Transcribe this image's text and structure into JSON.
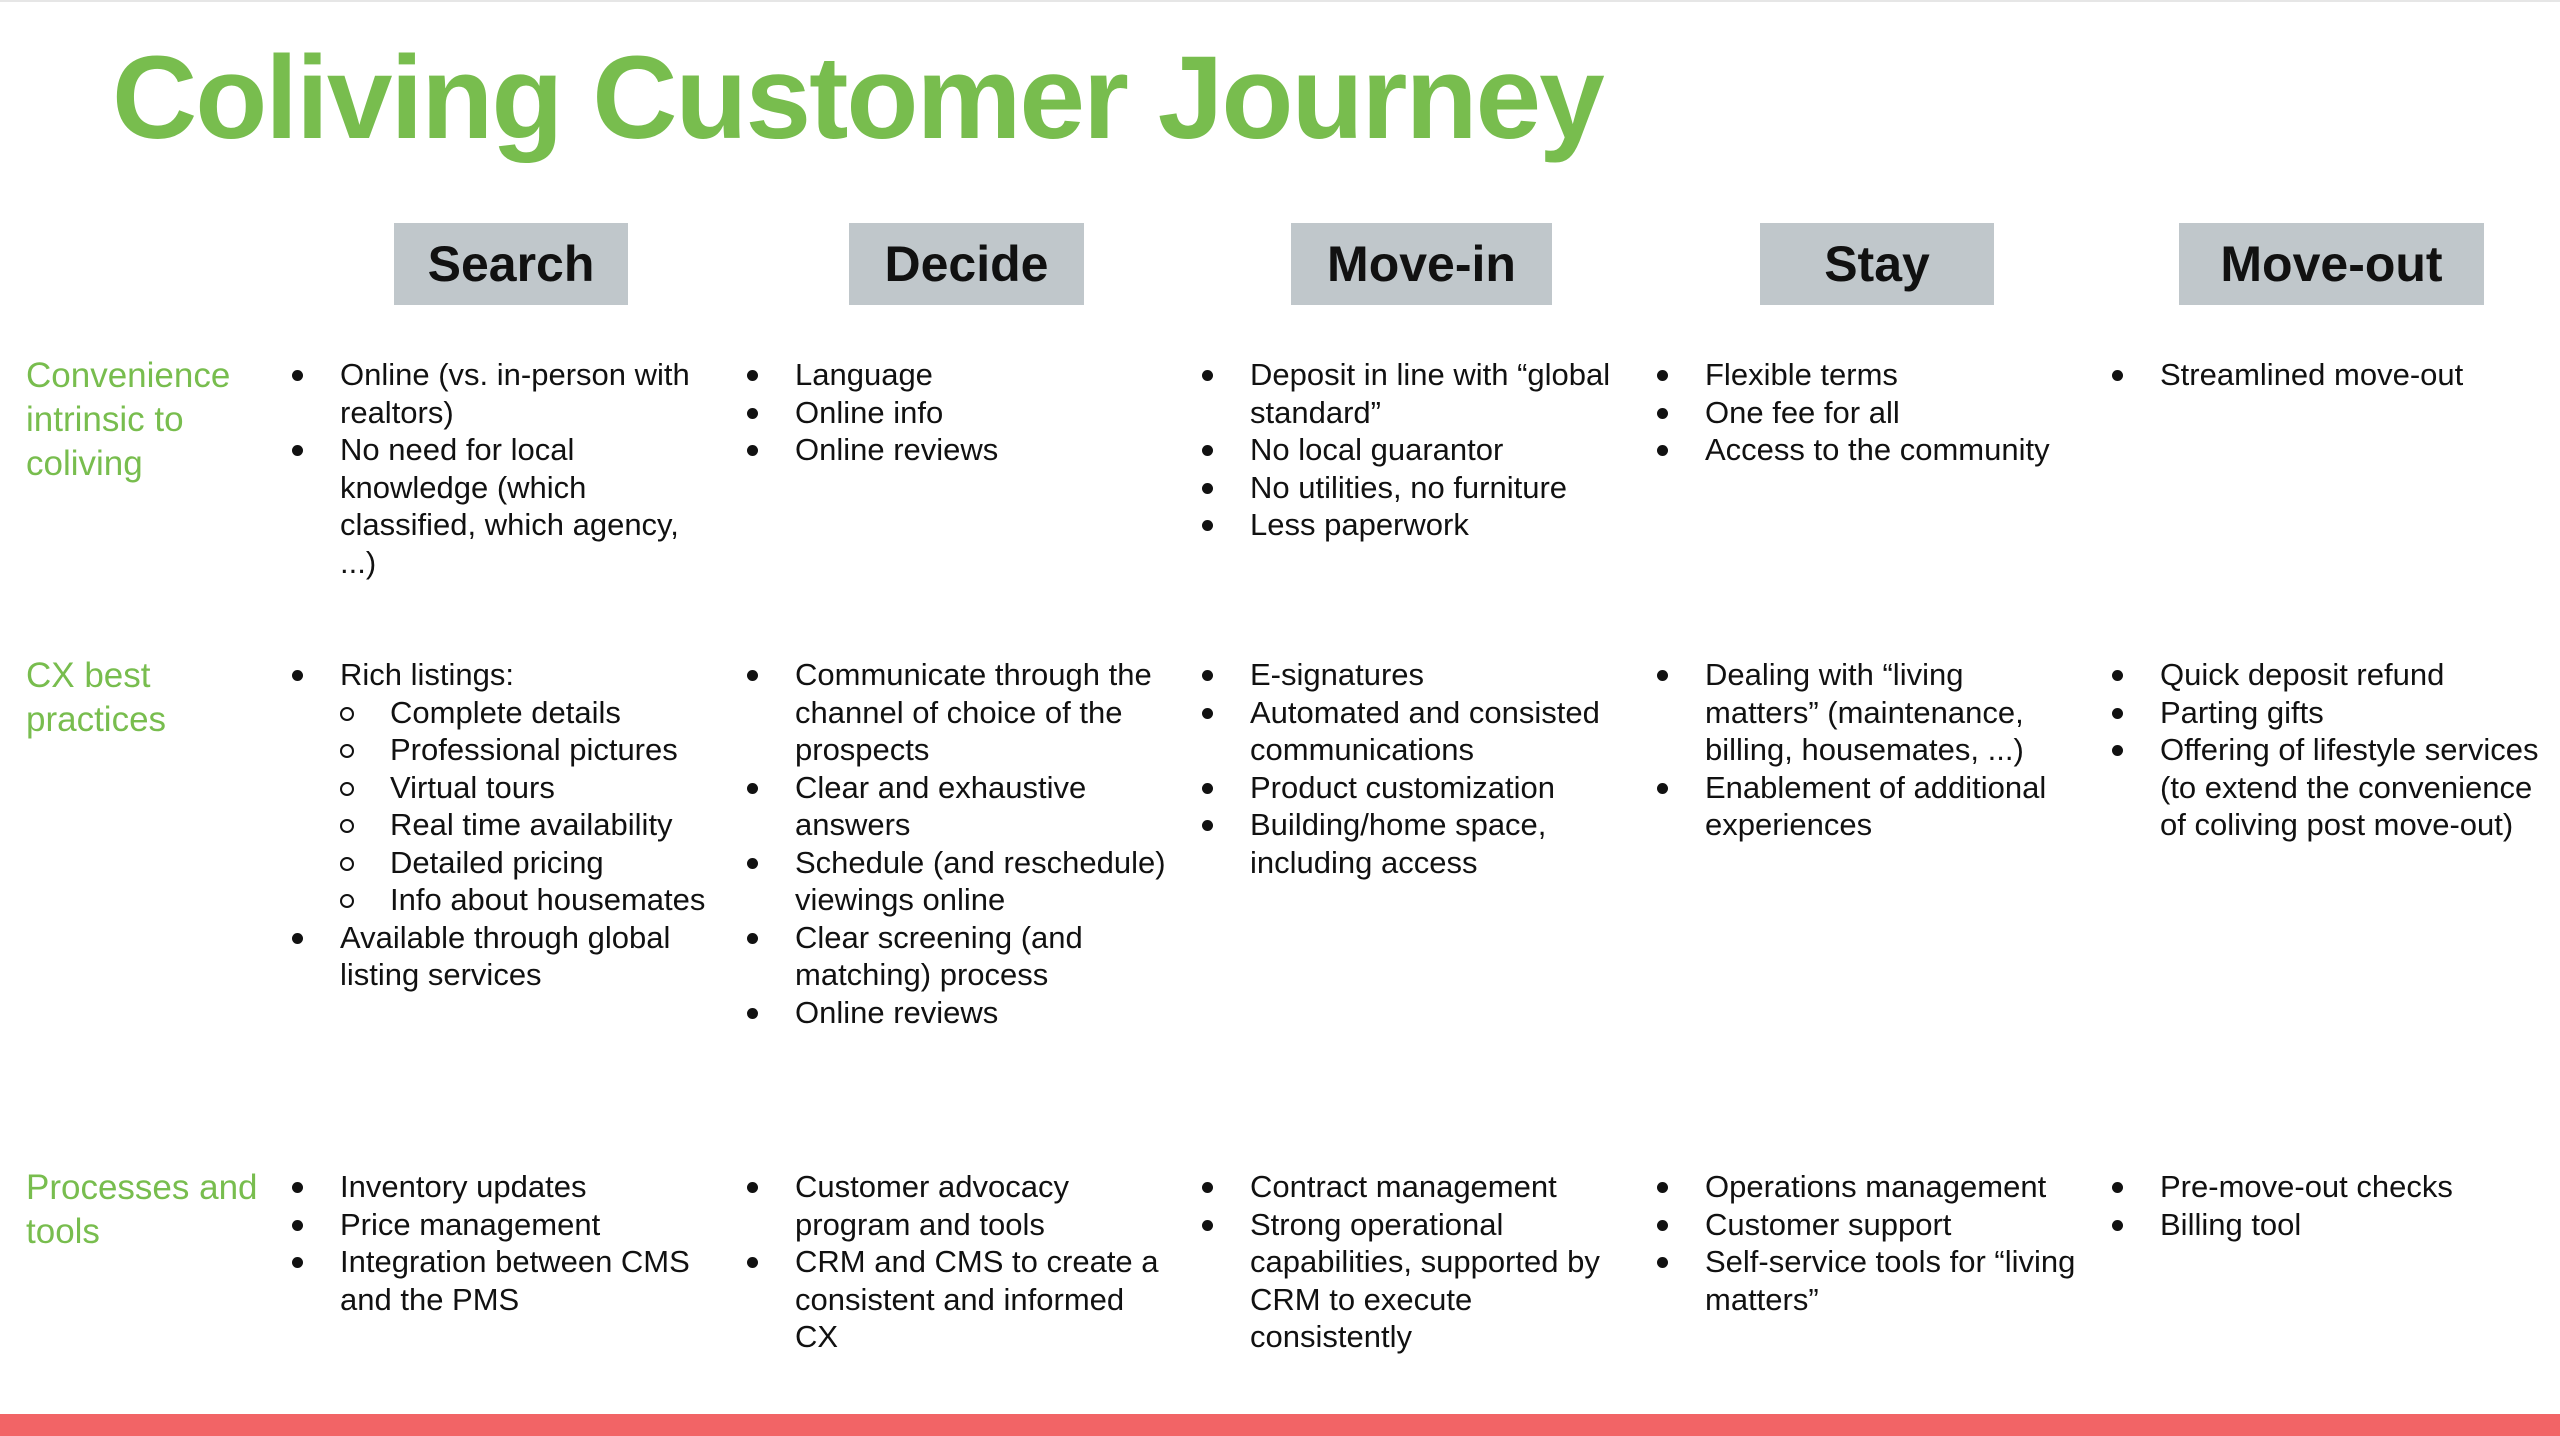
{
  "title": "Coliving Customer Journey",
  "colors": {
    "title": "#78bd4e",
    "row_label": "#78bd4e",
    "stage_header_bg": "#c0c7cb",
    "footer_bar": "#f26466",
    "text": "#111111"
  },
  "stages": [
    "Search",
    "Decide",
    "Move-in",
    "Stay",
    "Move-out"
  ],
  "rows": [
    {
      "label": "Convenience intrinsic to coliving",
      "cells": [
        [
          {
            "text": "Online (vs. in-person with realtors)",
            "level": 1
          },
          {
            "text": "No need for local knowledge (which classified, which agency, ...)",
            "level": 1
          }
        ],
        [
          {
            "text": "Language",
            "level": 1
          },
          {
            "text": "Online info",
            "level": 1
          },
          {
            "text": "Online reviews",
            "level": 1
          }
        ],
        [
          {
            "text": "Deposit in line with “global standard”",
            "level": 1
          },
          {
            "text": "No local guarantor",
            "level": 1
          },
          {
            "text": "No utilities, no furniture",
            "level": 1
          },
          {
            "text": "Less paperwork",
            "level": 1
          }
        ],
        [
          {
            "text": "Flexible terms",
            "level": 1
          },
          {
            "text": "One fee for all",
            "level": 1
          },
          {
            "text": "Access to the community",
            "level": 1
          }
        ],
        [
          {
            "text": "Streamlined move-out",
            "level": 1
          }
        ]
      ]
    },
    {
      "label": "CX best practices",
      "cells": [
        [
          {
            "text": "Rich listings:",
            "level": 1
          },
          {
            "text": "Complete details",
            "level": 2
          },
          {
            "text": "Professional pictures",
            "level": 2
          },
          {
            "text": "Virtual tours",
            "level": 2
          },
          {
            "text": "Real time availability",
            "level": 2
          },
          {
            "text": "Detailed pricing",
            "level": 2
          },
          {
            "text": "Info about housemates",
            "level": 2
          },
          {
            "text": "Available through global listing services",
            "level": 1
          }
        ],
        [
          {
            "text": "Communicate through the channel of choice of the prospects",
            "level": 1
          },
          {
            "text": "Clear and exhaustive answers",
            "level": 1
          },
          {
            "text": "Schedule (and reschedule) viewings online",
            "level": 1
          },
          {
            "text": "Clear screening (and matching) process",
            "level": 1
          },
          {
            "text": "Online reviews",
            "level": 1
          }
        ],
        [
          {
            "text": "E-signatures",
            "level": 1
          },
          {
            "text": "Automated and consisted communications",
            "level": 1
          },
          {
            "text": "Product customization",
            "level": 1
          },
          {
            "text": "Building/home space, including access",
            "level": 1
          }
        ],
        [
          {
            "text": "Dealing with “living matters” (maintenance, billing, housemates, ...)",
            "level": 1
          },
          {
            "text": "Enablement of additional experiences",
            "level": 1
          }
        ],
        [
          {
            "text": "Quick deposit refund",
            "level": 1
          },
          {
            "text": "Parting gifts",
            "level": 1
          },
          {
            "text": "Offering of lifestyle services (to extend the convenience of coliving post move-out)",
            "level": 1
          }
        ]
      ]
    },
    {
      "label": "Processes and tools",
      "cells": [
        [
          {
            "text": "Inventory updates",
            "level": 1
          },
          {
            "text": "Price management",
            "level": 1
          },
          {
            "text": "Integration between CMS and the PMS",
            "level": 1
          }
        ],
        [
          {
            "text": "Customer advocacy program and tools",
            "level": 1
          },
          {
            "text": "CRM and CMS to create a consistent and informed CX",
            "level": 1
          }
        ],
        [
          {
            "text": "Contract management",
            "level": 1
          },
          {
            "text": "Strong operational capabilities, supported by CRM to execute consistently",
            "level": 1
          }
        ],
        [
          {
            "text": "Operations management",
            "level": 1
          },
          {
            "text": "Customer support",
            "level": 1
          },
          {
            "text": "Self-service tools for “living matters”",
            "level": 1
          }
        ],
        [
          {
            "text": "Pre-move-out checks",
            "level": 1
          },
          {
            "text": "Billing tool",
            "level": 1
          }
        ]
      ]
    }
  ]
}
